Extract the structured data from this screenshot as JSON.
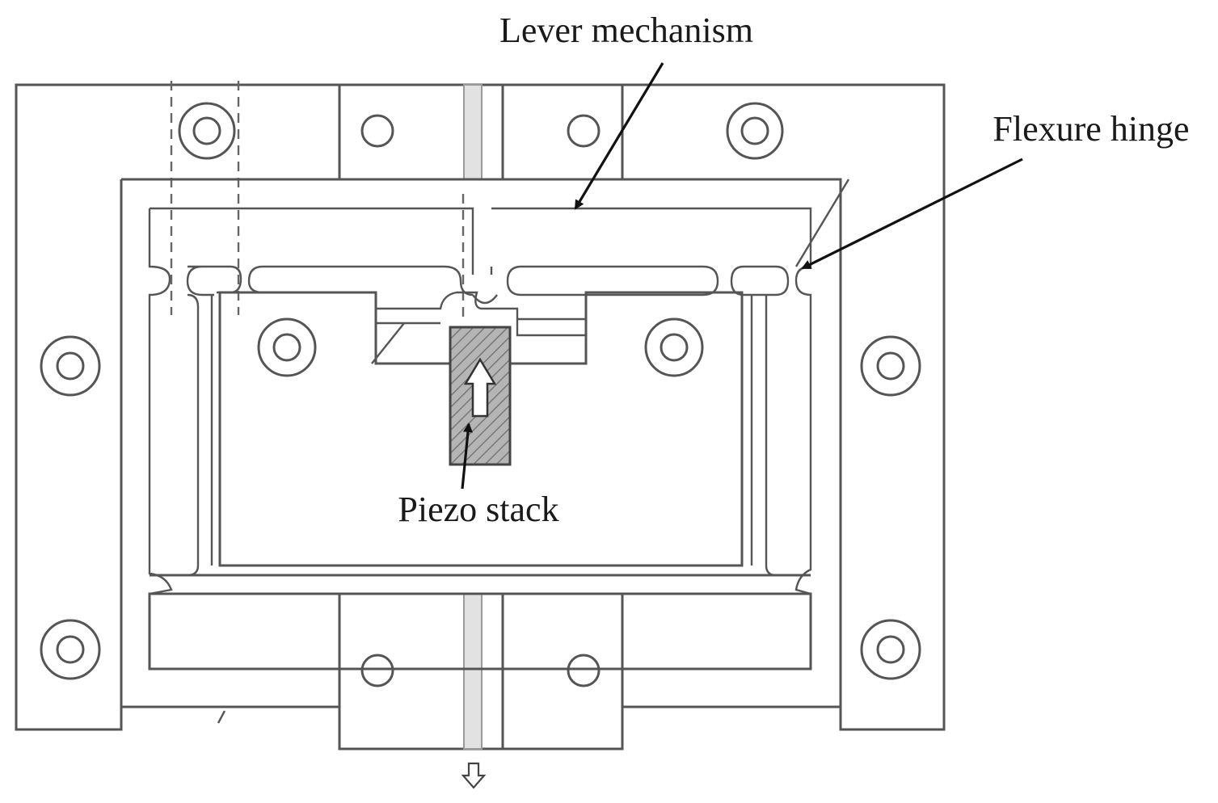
{
  "labels": {
    "lever_mechanism": "Lever mechanism",
    "flexure_hinge": "Flexure hinge",
    "piezo_stack": "Piezo stack"
  },
  "colors": {
    "line": "#555555",
    "hatch_fill": "#9a9a9a",
    "text": "#1a1a1a"
  }
}
